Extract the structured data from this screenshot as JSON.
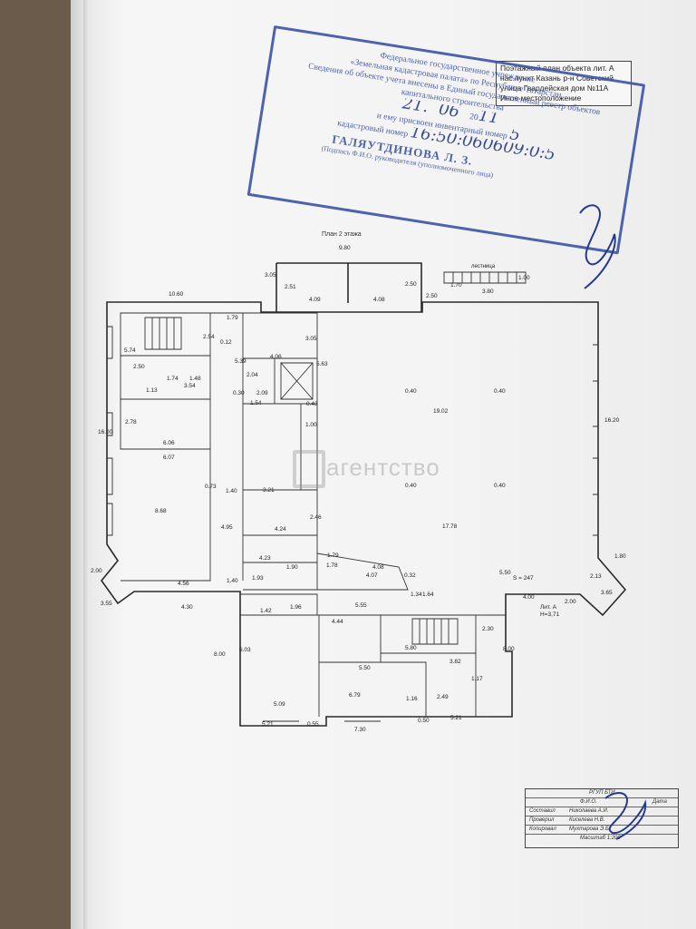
{
  "info_box": {
    "line1": "Поэтажный план объекта   лит. А",
    "line2": "нас.пункт  Казань  р-н  Советский",
    "line3": "улица Гвардейская                   дом №11А",
    "line4": "Иное местоположение"
  },
  "stamp": {
    "line1": "Федеральное государственное учреждение",
    "line2": "«Земельная кадастровая палата» по Республике Татарстан",
    "line3": "Сведения об объекте учета внесены в Единый государственный реестр объектов",
    "line4": "капитального строительства",
    "line5": "и ему присвоен инвентарный номер",
    "line6": "кадастровый номер",
    "hand_day": "21.",
    "hand_month": "06",
    "hand_year": "11",
    "year_prefix": "20",
    "hand_inv": "5",
    "hand_cad": "16:50:060609:0:5",
    "name": "ГАЛЯУТДИНОВА Л. З.",
    "sub": "(Подпись  Ф.И.О. руководителя (уполномоченного лица)"
  },
  "plan": {
    "title": "План 2 этажа",
    "staircase": "лестница",
    "lit_a": "Лит. А",
    "height": "Н=3,71",
    "s": "S = 247",
    "watermark": "агентство",
    "dims": {
      "d980": "9.80",
      "d1060": "10.60",
      "d305a": "3.05",
      "d251": "2.51",
      "d409": "4.09",
      "d408a": "4.08",
      "d250a": "2.50",
      "d250b": "2.50",
      "d170": "1.70",
      "d380": "3.80",
      "d100": "1.00",
      "d179": "1.79",
      "d574": "5.74",
      "d406": "4.06",
      "d305b": "3.05",
      "d254": "2.54",
      "d012": "0.12",
      "d539": "5.39",
      "d563": "5.63",
      "d250c": "2.50",
      "d154a": "1.54",
      "d174": "1.74",
      "d148": "1.48",
      "d354": "3.54",
      "d113": "1.13",
      "d204": "2.04",
      "d209": "2.09",
      "d030": "0.30",
      "d043a": "0.43",
      "d1600a": "16.00",
      "d1620": "16.20",
      "d1902": "19.02",
      "d278": "2.78",
      "d606": "6.06",
      "d607": "6.07",
      "d040a": "0.40",
      "d040b": "0.40",
      "d040c": "0.40",
      "d040d": "0.40",
      "d100b": "1.00",
      "d868": "8.68",
      "d321": "3.21",
      "d140a": "1.40",
      "d073": "0.73",
      "d424": "4.24",
      "d246": "2.46",
      "d495": "4.95",
      "d423": "4.23",
      "d1778": "17.78",
      "d179b": "1.79",
      "d408b": "4.08",
      "d407": "4.07",
      "d032": "0.32",
      "d550a": "5.50",
      "d200a": "2.00",
      "d456": "4.56",
      "d430": "4.30",
      "d140b": "1.40",
      "d193": "1.93",
      "d190": "1.90",
      "d178": "1.78",
      "d164": "1.64",
      "d134": "1.34",
      "d400": "4.00",
      "d200b": "2.00",
      "d365": "3.65",
      "d355": "3.55",
      "d555": "5.55",
      "d142": "1.42",
      "d196": "1.96",
      "d444": "4.44",
      "d603": "6.03",
      "d580": "5.80",
      "d550b": "5.50",
      "d382": "3.82",
      "d679": "6.79",
      "d509": "5.09",
      "d521a": "5.21",
      "d730": "7.30",
      "d521b": "5.21",
      "d055": "0.55",
      "d050": "0.50",
      "d800a": "8.00",
      "d800b": "8.00",
      "d249": "2.49",
      "d116": "1.16",
      "d117": "1.17",
      "d230": "2.30",
      "d180": "1.80",
      "d213": "2.13"
    }
  },
  "title_block": {
    "org": "РГУП БТИ",
    "h_fio": "Ф.И.О.",
    "h_date": "Дата",
    "r1_role": "Составил",
    "r1_name": "Николаева А.И.",
    "r2_role": "Проверил",
    "r2_name": "Киселева Н.В.",
    "r3_role": "Копировал",
    "r3_name": "Мухтарова Э.Б.",
    "scale": "Масштаб 1:200"
  }
}
